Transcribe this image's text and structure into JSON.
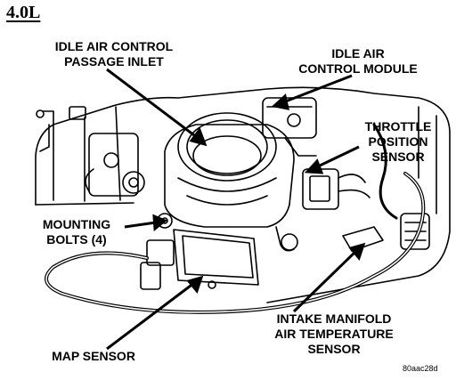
{
  "engine_tag": "4.0L",
  "figure_code": "80aac28d",
  "labels": {
    "idle_air_passage": [
      "IDLE AIR CONTROL",
      "PASSAGE INLET"
    ],
    "idle_air_module": [
      "IDLE AIR",
      "CONTROL MODULE"
    ],
    "throttle_position": [
      "THROTTLE",
      "POSITION",
      "SENSOR"
    ],
    "mounting_bolts": [
      "MOUNTING",
      "BOLTS (4)"
    ],
    "map_sensor": [
      "MAP SENSOR"
    ],
    "intake_air_temp": [
      "INTAKE MANIFOLD",
      "AIR TEMPERATURE",
      "SENSOR"
    ]
  },
  "colors": {
    "ink": "#000000",
    "paper": "#ffffff"
  }
}
